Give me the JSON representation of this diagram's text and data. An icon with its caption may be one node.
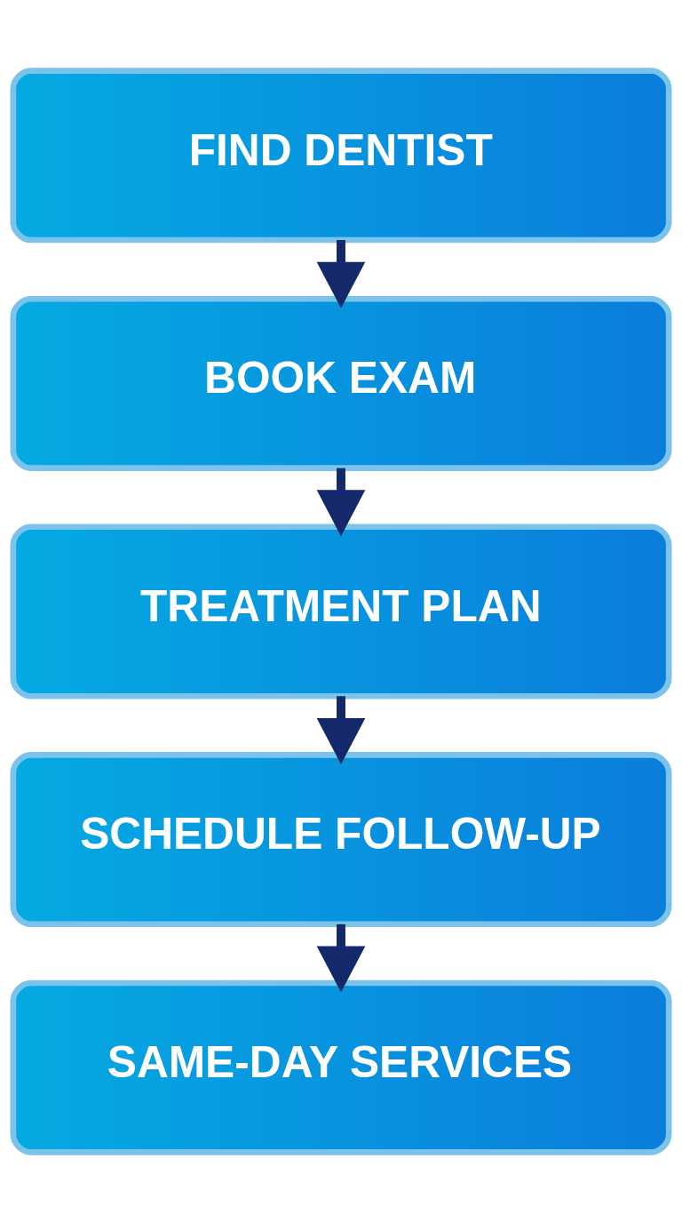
{
  "diagram": {
    "nodes": [
      {
        "text": [
          "FIND DENTIST"
        ]
      },
      {
        "text": [
          "BOOK EXAM"
        ]
      },
      {
        "text": [
          "TREATMENT PLAN"
        ]
      },
      {
        "text": [
          "SCHEDULE FOLLOW-UP"
        ]
      },
      {
        "text": [
          "SAME-DAY SERVICES"
        ]
      }
    ],
    "edges": [
      {
        "from": 0,
        "to": 1,
        "arrow": "to"
      },
      {
        "from": 1,
        "to": 2,
        "arrow": "to"
      },
      {
        "from": 2,
        "to": 3,
        "arrow": "to"
      },
      {
        "from": 3,
        "to": 4,
        "arrow": "to"
      }
    ]
  }
}
